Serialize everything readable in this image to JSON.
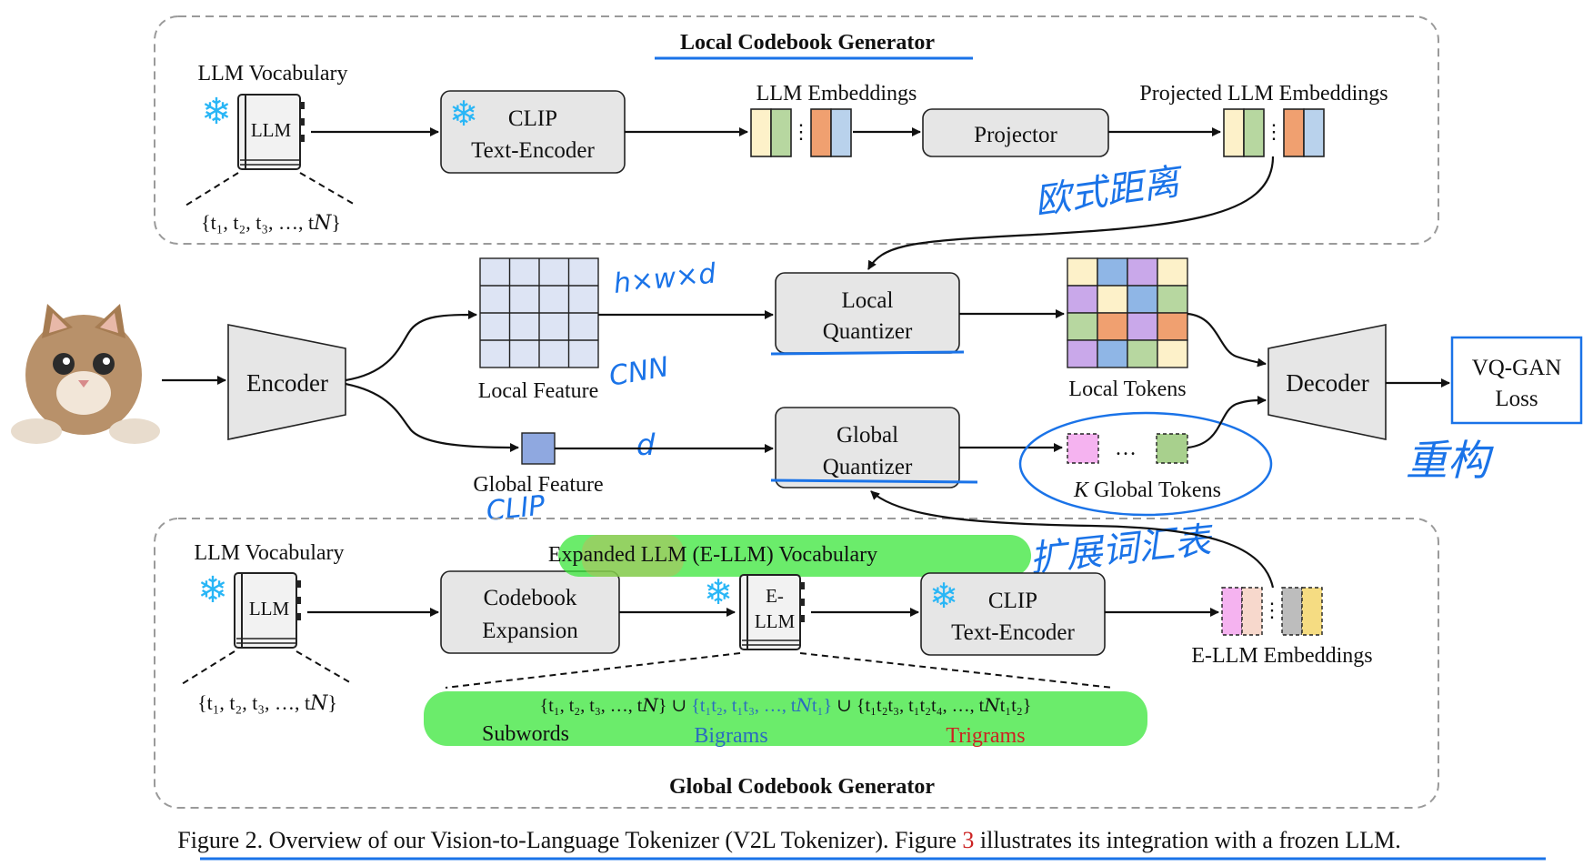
{
  "top_frame": {
    "title": "Local Codebook Generator",
    "vocab_label": "LLM Vocabulary",
    "book_label": "LLM",
    "token_set": "{t₁, t₂, t₃, …, t𝑁}",
    "clip_line1": "CLIP",
    "clip_line2": "Text-Encoder",
    "emb_label": "LLM Embeddings",
    "projector": "Projector",
    "proj_emb_label": "Projected LLM Embeddings"
  },
  "middle": {
    "encoder": "Encoder",
    "local_feature": "Local Feature",
    "global_feature": "Global Feature",
    "local_q_line1": "Local",
    "local_q_line2": "Quantizer",
    "global_q_line1": "Global",
    "global_q_line2": "Quantizer",
    "local_tokens": "Local Tokens",
    "global_tokens_k": "K",
    "global_tokens_rest": " Global Tokens",
    "ellipsis": "…",
    "decoder": "Decoder",
    "loss_line1": "VQ-GAN",
    "loss_line2": "Loss"
  },
  "bottom_frame": {
    "title": "Global Codebook Generator",
    "vocab_label": "LLM Vocabulary",
    "book_label": "LLM",
    "token_set": "{t₁, t₂, t₃, …, t𝑁}",
    "expansion_line1": "Codebook",
    "expansion_line2": "Expansion",
    "expanded_vocab": "Expanded LLM (E-LLM) Vocabulary",
    "ebook_line1": "E-",
    "ebook_line2": "LLM",
    "clip_line1": "CLIP",
    "clip_line2": "Text-Encoder",
    "emb_label": "E-LLM Embeddings",
    "sets_part1": "{t₁, t₂, t₃, …, t𝑁} ∪ ",
    "sets_part2": "{t₁t₂, t₁t₃, …, t𝑁t₁}",
    "sets_part3": " ∪ {t₁t₂t₃, t₁t₂t₄, …, t𝑁t₁t₂}",
    "subwords": "Subwords",
    "bigrams": "Bigrams",
    "trigrams": "Trigrams"
  },
  "annotations": {
    "euclid": "欧式距离",
    "hwd": "h×w×d",
    "cnn": "CNN",
    "d": "d",
    "clip": "CLIP",
    "reconstruct": "重构",
    "expand_vocab": "扩展词汇表"
  },
  "caption": {
    "prefix": "Figure 2. Overview of our Vision-to-Language Tokenizer (V2L Tokenizer). Figure ",
    "ref": "3",
    "suffix": " illustrates its integration with a frozen LLM."
  },
  "colors": {
    "emb_yellow": "#fdf1c9",
    "emb_green": "#b7d7a0",
    "emb_orange": "#f0a070",
    "emb_blue": "#b9d2ec",
    "grid_cell": "#dde4f4",
    "global_feature": "#8fa8e0",
    "token_pink": "#f5b3f0",
    "token_green": "#a8d08d",
    "ellm_pink": "#f5b3f0",
    "ellm_peach": "#f7d8cc",
    "ellm_gray": "#bdbdbd",
    "ellm_yellow": "#f5dc82",
    "annotation_blue": "#1a73e8",
    "ref_red": "#cc2222"
  }
}
